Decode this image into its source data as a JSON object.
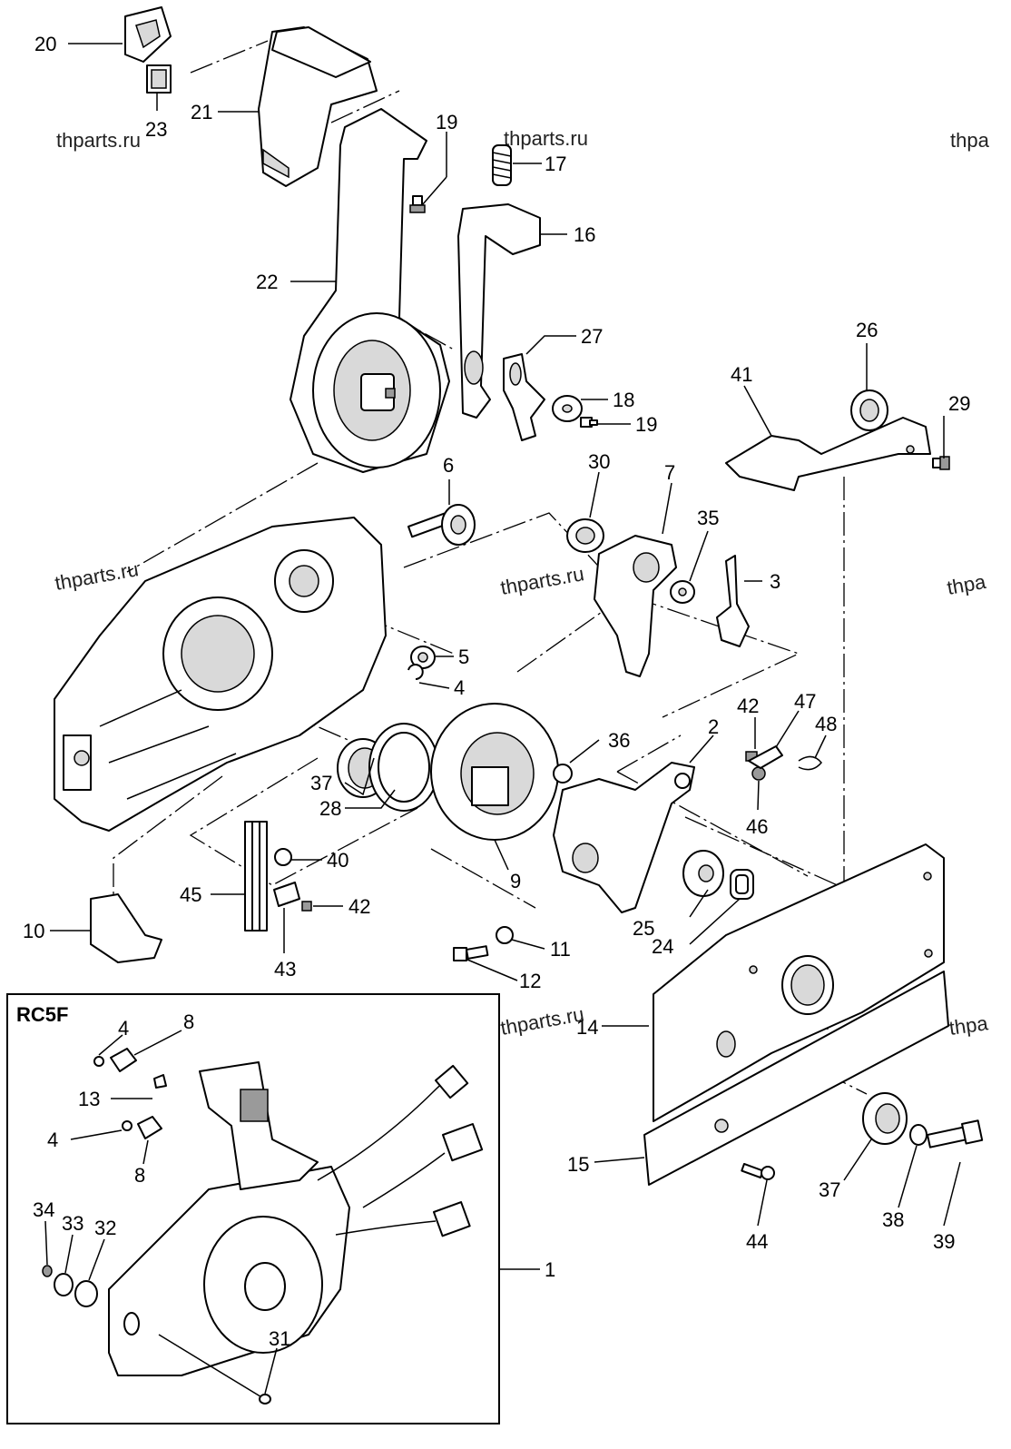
{
  "watermarks": [
    "thparts.ru",
    "thparts.ru",
    "thparts.ru",
    "thparts.ru",
    "thparts.ru",
    "thpa",
    "thpa",
    "thpa"
  ],
  "inset": {
    "title": "RC5F"
  },
  "callouts": {
    "c1": "1",
    "c2": "2",
    "c3": "3",
    "c4a": "4",
    "c4b": "4",
    "c4c": "4",
    "c5": "5",
    "c6": "6",
    "c7": "7",
    "c8a": "8",
    "c8b": "8",
    "c9": "9",
    "c10": "10",
    "c11": "11",
    "c12": "12",
    "c13": "13",
    "c14": "14",
    "c15": "15",
    "c16": "16",
    "c17": "17",
    "c18": "18",
    "c19a": "19",
    "c19b": "19",
    "c20": "20",
    "c21": "21",
    "c22": "22",
    "c23": "23",
    "c24": "24",
    "c25": "25",
    "c26": "26",
    "c27": "27",
    "c28": "28",
    "c29": "29",
    "c30": "30",
    "c31": "31",
    "c32": "32",
    "c33": "33",
    "c34": "34",
    "c35": "35",
    "c36": "36",
    "c37a": "37",
    "c37b": "37",
    "c38": "38",
    "c39": "39",
    "c40": "40",
    "c41": "41",
    "c42a": "42",
    "c42b": "42",
    "c43": "43",
    "c44": "44",
    "c45": "45",
    "c46": "46",
    "c47": "47",
    "c48": "48"
  }
}
